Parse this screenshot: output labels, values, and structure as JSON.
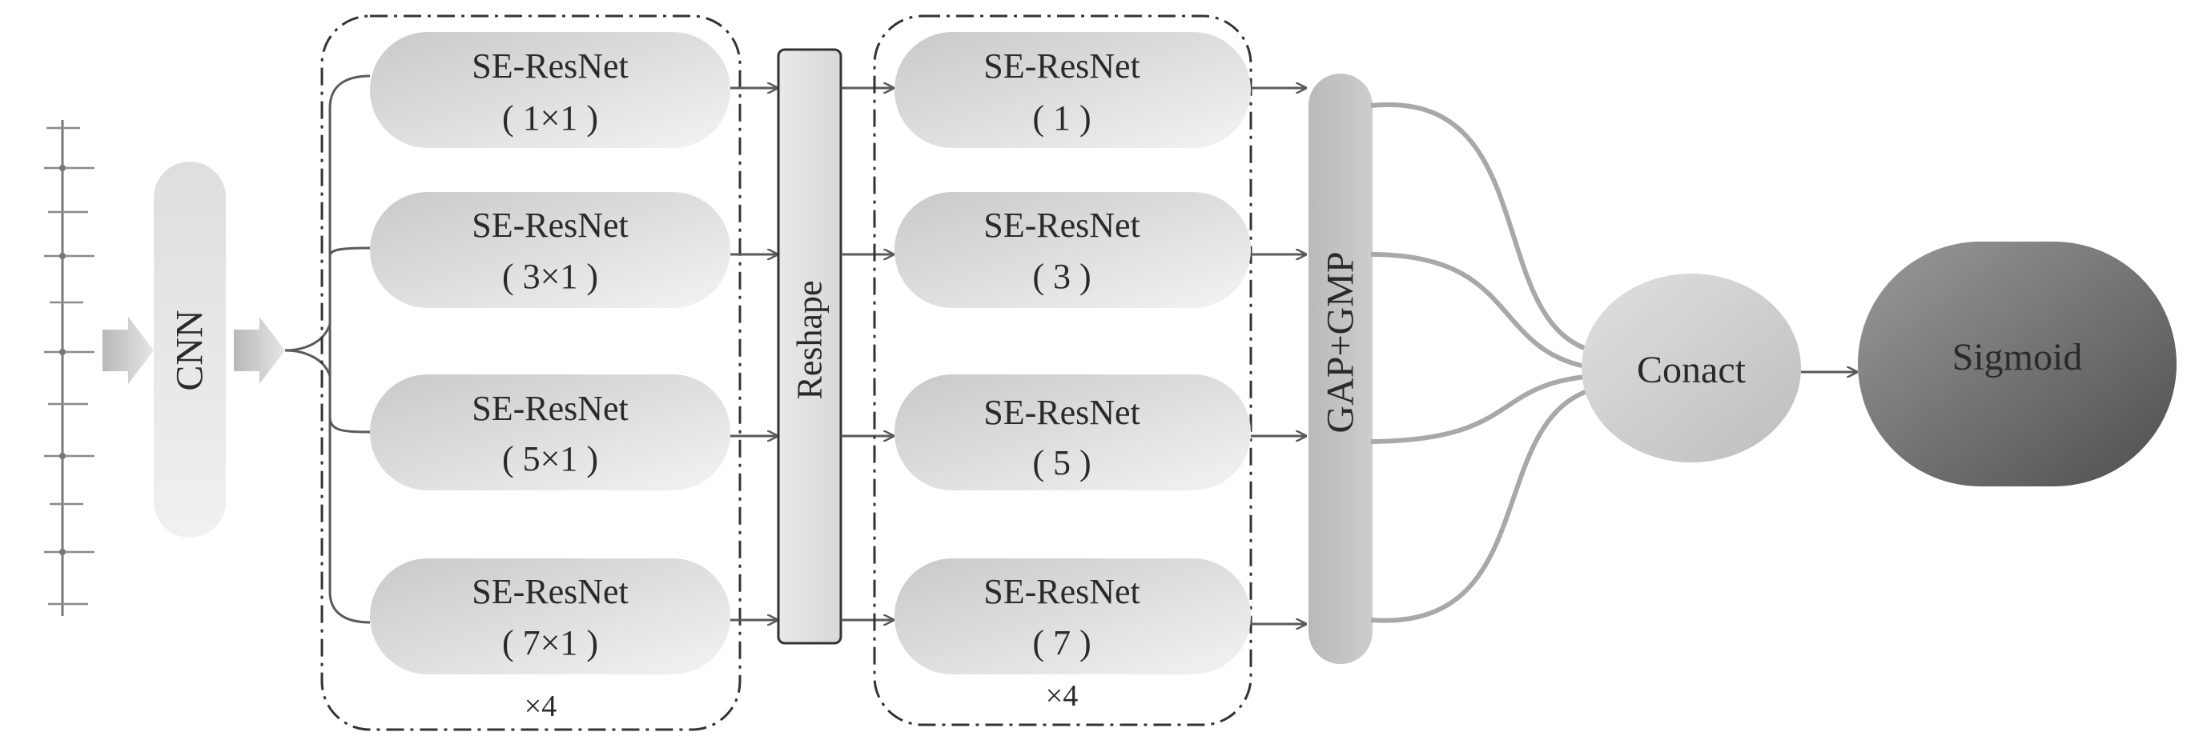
{
  "nodes": {
    "cnn": "CNN",
    "branch1": {
      "title": "SE-ResNet",
      "param": "( 1×1 )"
    },
    "branch2": {
      "title": "SE-ResNet",
      "param": "( 3×1 )"
    },
    "branch3": {
      "title": "SE-ResNet",
      "param": "( 5×1 )"
    },
    "branch4": {
      "title": "SE-ResNet",
      "param": "( 7×1 )"
    },
    "reshape": "Reshape",
    "branch5": {
      "title": "SE-ResNet",
      "param": "( 1 )"
    },
    "branch6": {
      "title": "SE-ResNet",
      "param": "( 3 )"
    },
    "branch7": {
      "title": "SE-ResNet",
      "param": "( 5 )"
    },
    "branch8": {
      "title": "SE-ResNet",
      "param": "( 7 )"
    },
    "pool": "GAP+GMP",
    "concat": "Conact",
    "sigmoid": "Sigmoid"
  },
  "groups": {
    "left_repeat": "×4",
    "right_repeat": "×4"
  }
}
